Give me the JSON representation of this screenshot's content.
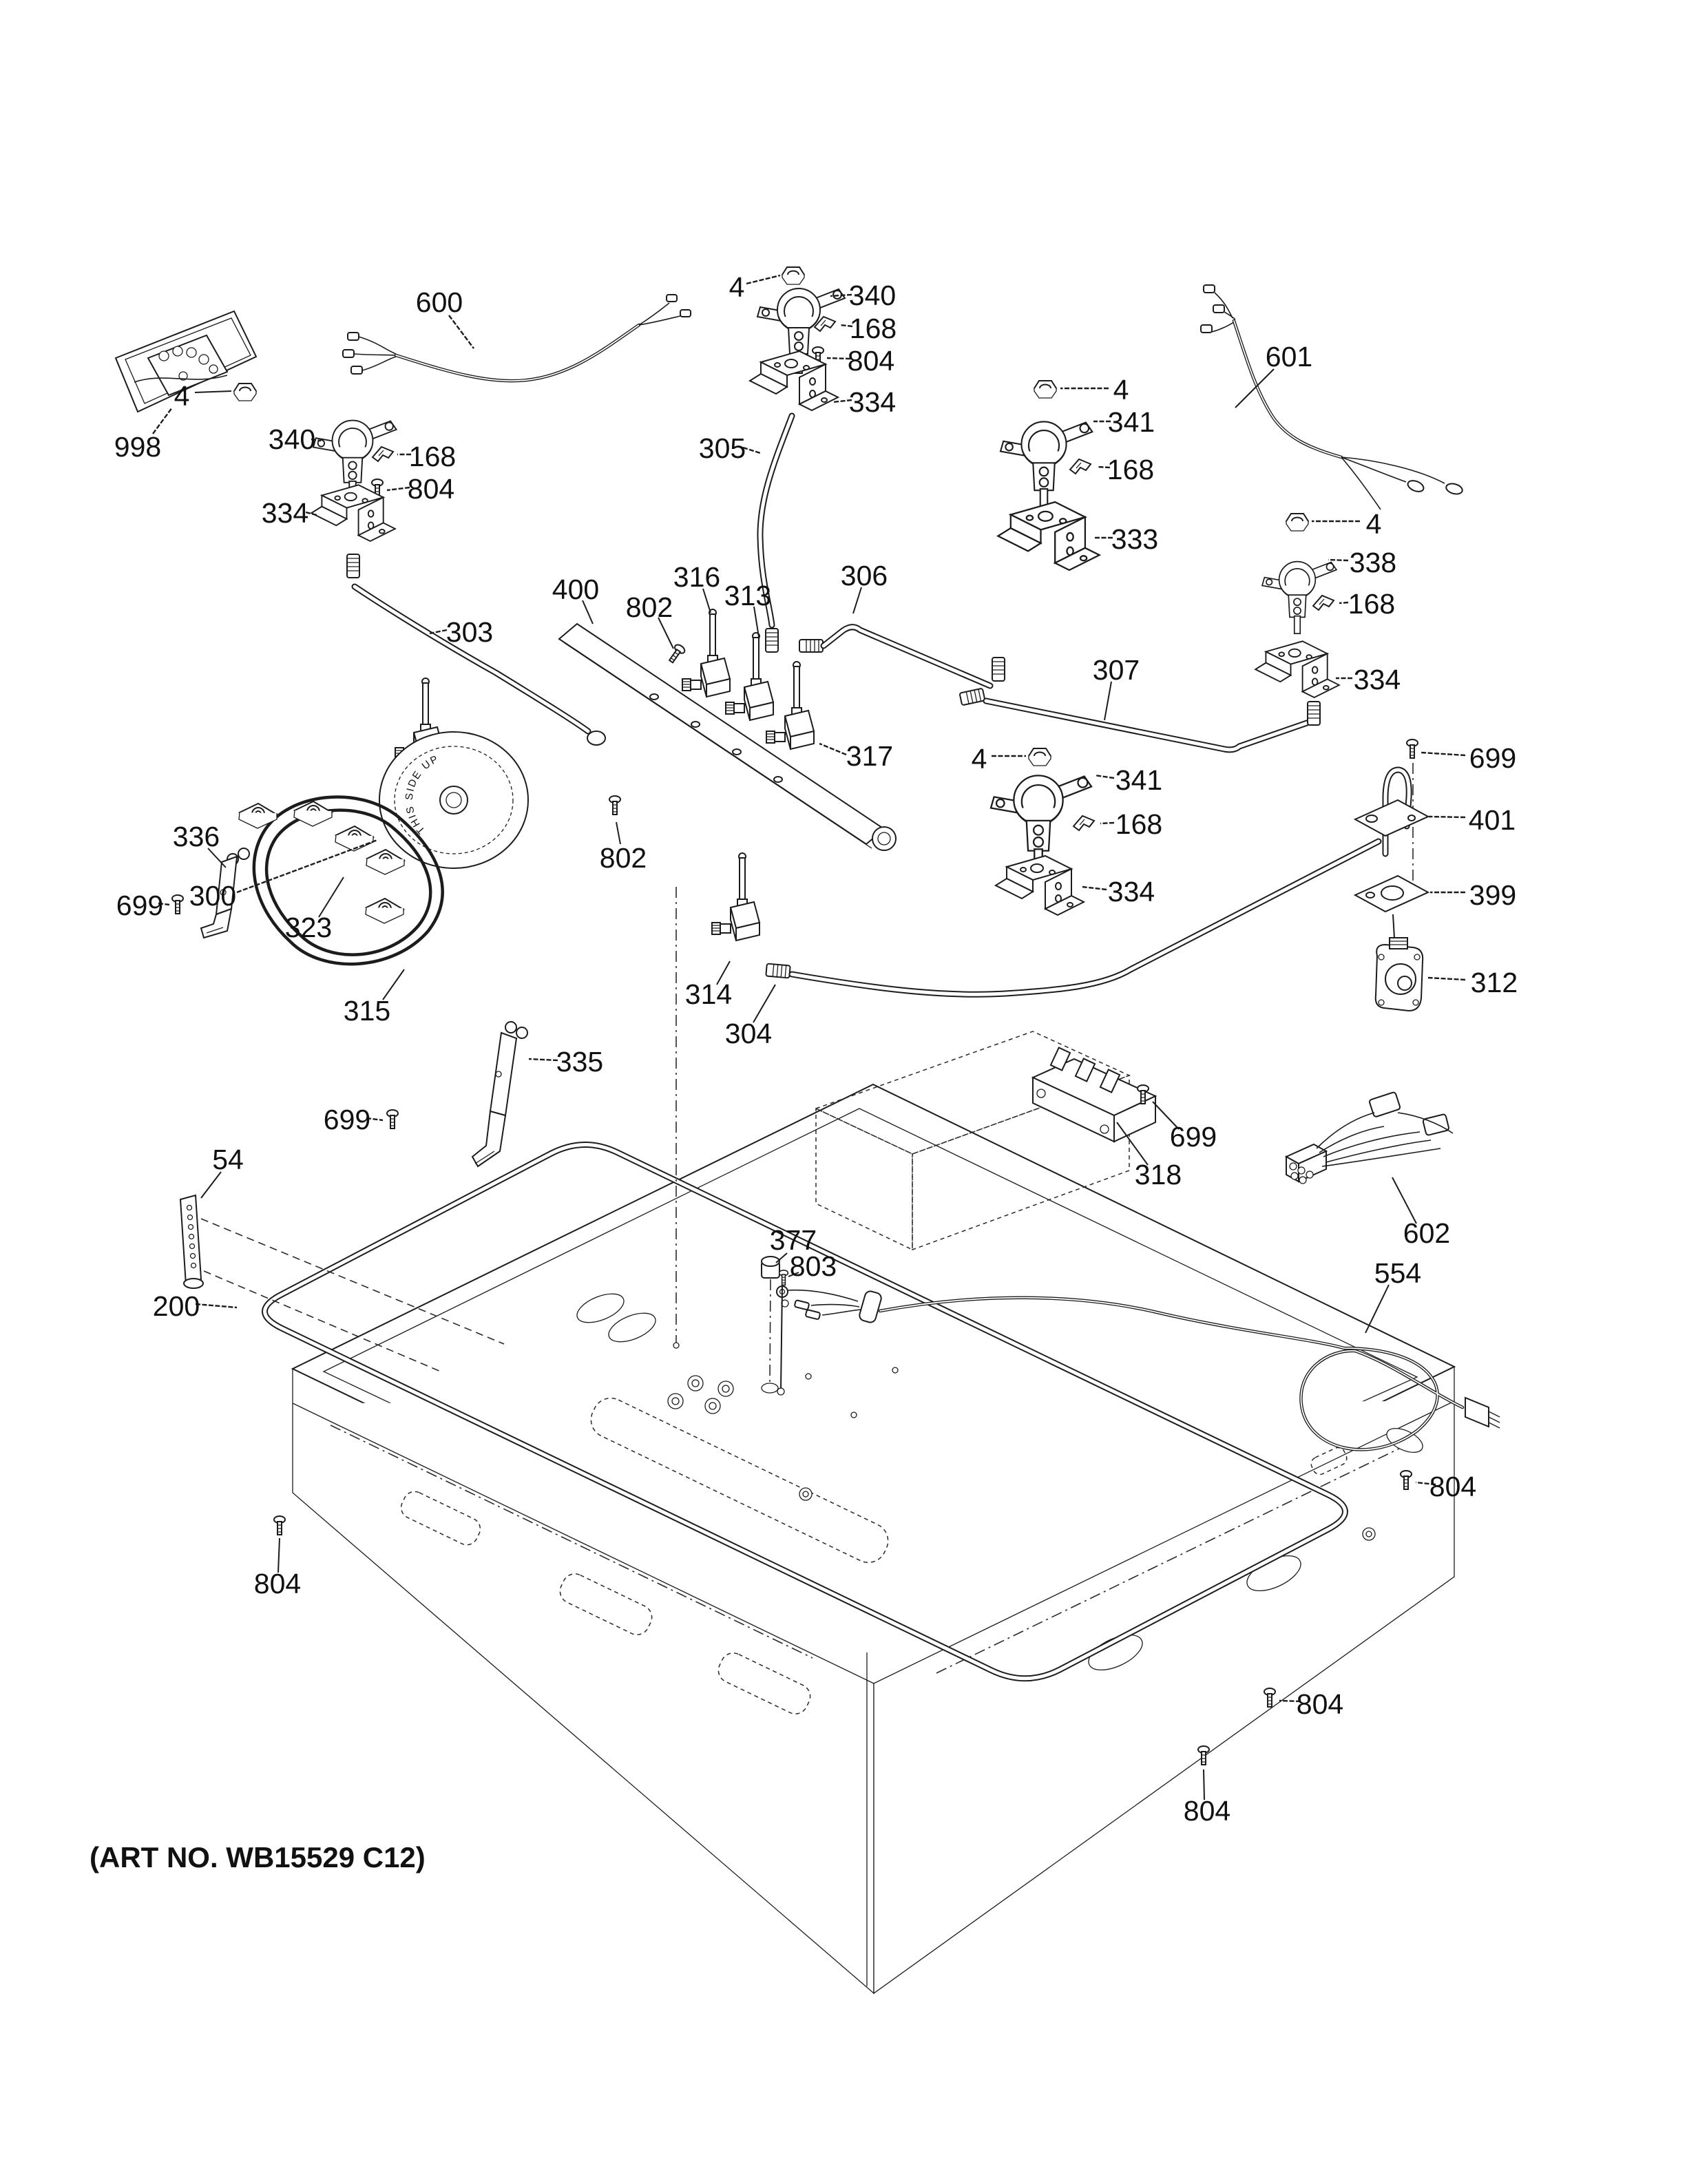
{
  "document": {
    "art_no": "(ART NO. WB15529 C12)",
    "disc_marking": "THIS SIDE UP"
  },
  "callouts": {
    "c998": {
      "text": "998"
    },
    "c600": {
      "text": "600"
    },
    "c4a": {
      "text": "4"
    },
    "c340a": {
      "text": "340"
    },
    "c168a": {
      "text": "168"
    },
    "c804a": {
      "text": "804"
    },
    "c334a": {
      "text": "334"
    },
    "c303": {
      "text": "303"
    },
    "c300": {
      "text": "300"
    },
    "c4b": {
      "text": "4"
    },
    "c340b": {
      "text": "340"
    },
    "c168b": {
      "text": "168"
    },
    "c804b": {
      "text": "804"
    },
    "c334b": {
      "text": "334"
    },
    "c305": {
      "text": "305"
    },
    "c601": {
      "text": "601"
    },
    "c4c": {
      "text": "4"
    },
    "c341a": {
      "text": "341"
    },
    "c168c": {
      "text": "168"
    },
    "c333": {
      "text": "333"
    },
    "c4d": {
      "text": "4"
    },
    "c338": {
      "text": "338"
    },
    "c168d": {
      "text": "168"
    },
    "c334c": {
      "text": "334"
    },
    "c400": {
      "text": "400"
    },
    "c802a": {
      "text": "802"
    },
    "c316": {
      "text": "316"
    },
    "c313": {
      "text": "313"
    },
    "c306": {
      "text": "306"
    },
    "c317": {
      "text": "317"
    },
    "c307": {
      "text": "307"
    },
    "c4e": {
      "text": "4"
    },
    "c341b": {
      "text": "341"
    },
    "c168e": {
      "text": "168"
    },
    "c334d": {
      "text": "334"
    },
    "c699a": {
      "text": "699"
    },
    "c401": {
      "text": "401"
    },
    "c399": {
      "text": "399"
    },
    "c312": {
      "text": "312"
    },
    "c802b": {
      "text": "802"
    },
    "c336": {
      "text": "336"
    },
    "c699b": {
      "text": "699"
    },
    "c323": {
      "text": "323"
    },
    "c315": {
      "text": "315"
    },
    "c314": {
      "text": "314"
    },
    "c304": {
      "text": "304"
    },
    "c335": {
      "text": "335"
    },
    "c699c": {
      "text": "699"
    },
    "c54": {
      "text": "54"
    },
    "c200": {
      "text": "200"
    },
    "c377": {
      "text": "377"
    },
    "c803": {
      "text": "803"
    },
    "c318": {
      "text": "318"
    },
    "c699d": {
      "text": "699"
    },
    "c602": {
      "text": "602"
    },
    "c554": {
      "text": "554"
    },
    "c804c": {
      "text": "804"
    },
    "c804d": {
      "text": "804"
    },
    "c804e": {
      "text": "804"
    },
    "c804f": {
      "text": "804"
    }
  }
}
